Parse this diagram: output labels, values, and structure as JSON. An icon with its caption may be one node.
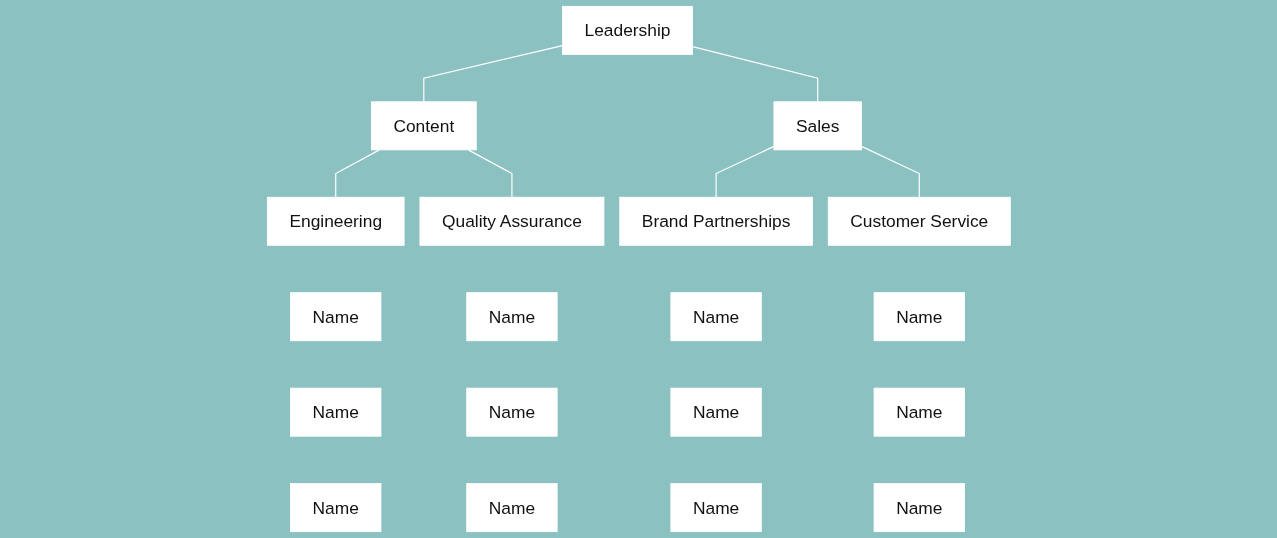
{
  "diagram": {
    "nodes": [
      {
        "text": [
          "Leadership"
        ]
      },
      {
        "text": [
          "Content"
        ]
      },
      {
        "text": [
          "Sales"
        ]
      },
      {
        "text": [
          "Engineering"
        ]
      },
      {
        "text": [
          "Quality Assurance"
        ]
      },
      {
        "text": [
          "Brand Partnerships"
        ]
      },
      {
        "text": [
          "Customer Service"
        ]
      },
      {
        "text": [
          "Name"
        ]
      },
      {
        "text": [
          "Name"
        ]
      },
      {
        "text": [
          "Name"
        ]
      },
      {
        "text": [
          "Name"
        ]
      },
      {
        "text": [
          "Name"
        ]
      },
      {
        "text": [
          "Name"
        ]
      },
      {
        "text": [
          "Name"
        ]
      },
      {
        "text": [
          "Name"
        ]
      },
      {
        "text": [
          "Name"
        ]
      },
      {
        "text": [
          "Name"
        ]
      },
      {
        "text": [
          "Name"
        ]
      },
      {
        "text": [
          "Name"
        ]
      }
    ],
    "edges": [
      {
        "from": 0,
        "to": 1,
        "arrow": "none"
      },
      {
        "from": 0,
        "to": 2,
        "arrow": "none"
      },
      {
        "from": 1,
        "to": 3,
        "arrow": "none"
      },
      {
        "from": 1,
        "to": 4,
        "arrow": "none"
      },
      {
        "from": 2,
        "to": 5,
        "arrow": "none"
      },
      {
        "from": 2,
        "to": 6,
        "arrow": "none"
      }
    ]
  }
}
